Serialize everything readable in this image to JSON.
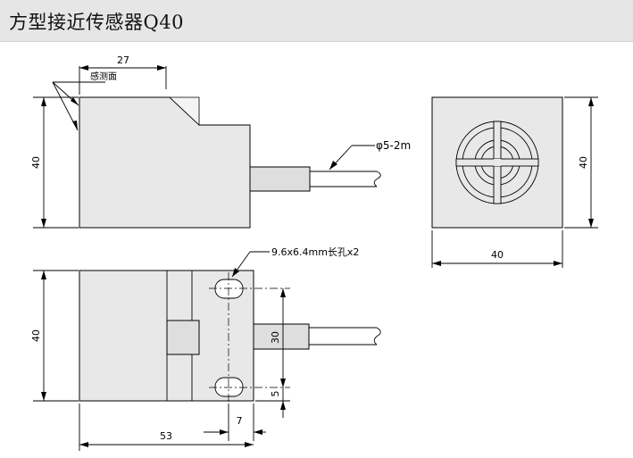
{
  "header": {
    "title": "方型接近传感器Q40"
  },
  "labels": {
    "sensing_face": "感测面",
    "cable": "φ5-2m",
    "slot": "9.6x6.4mm长孔x2"
  },
  "dimensions": {
    "side_width": "27",
    "side_height": "40",
    "front_height": "40",
    "front_width": "40",
    "bottom_height": "40",
    "hole_spacing": "30",
    "hole_offset": "5",
    "slot_edge": "7",
    "total_length": "53"
  }
}
